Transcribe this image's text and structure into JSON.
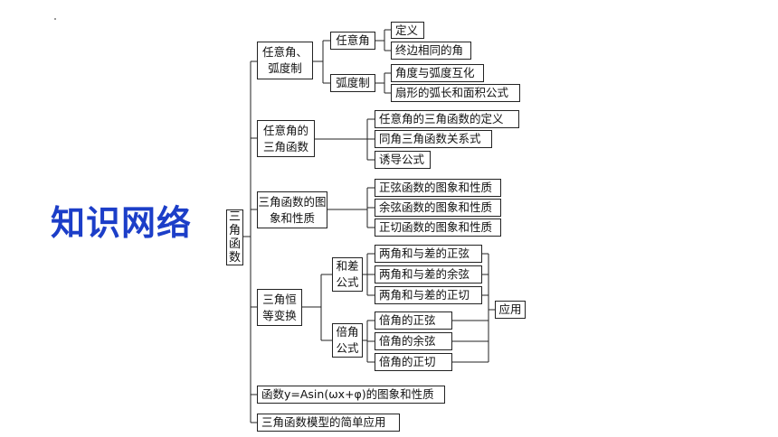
{
  "page_title": "知识网络",
  "root": {
    "label": "三角函数"
  },
  "branches": {
    "any_angle": {
      "label": "任意角、弧度制",
      "children": {
        "any_angle_sub": {
          "label": "任意角",
          "items": [
            "定义",
            "终边相同的角"
          ]
        },
        "radian": {
          "label": "弧度制",
          "items": [
            "角度与弧度互化",
            "扇形的弧长和面积公式"
          ]
        }
      }
    },
    "trig_of_any_angle": {
      "label": "任意角的三角函数",
      "items": [
        "任意角的三角函数的定义",
        "同角三角函数关系式",
        "诱导公式"
      ]
    },
    "graphs": {
      "label": "三角函数的图象和性质",
      "items": [
        "正弦函数的图象和性质",
        "余弦函数的图象和性质",
        "正切函数的图象和性质"
      ]
    },
    "identities": {
      "label": "三角恒等变换",
      "sum_diff": {
        "label": "和差公式",
        "items": [
          "两角和与差的正弦",
          "两角和与差的余弦",
          "两角和与差的正切"
        ]
      },
      "double": {
        "label": "倍角公式",
        "items": [
          "倍角的正弦",
          "倍角的余弦",
          "倍角的正切"
        ]
      },
      "application": "应用"
    },
    "asin": {
      "label": "函数y=Asin(ωx+φ)的图象和性质"
    },
    "model": {
      "label": "三角函数模型的简单应用"
    }
  }
}
